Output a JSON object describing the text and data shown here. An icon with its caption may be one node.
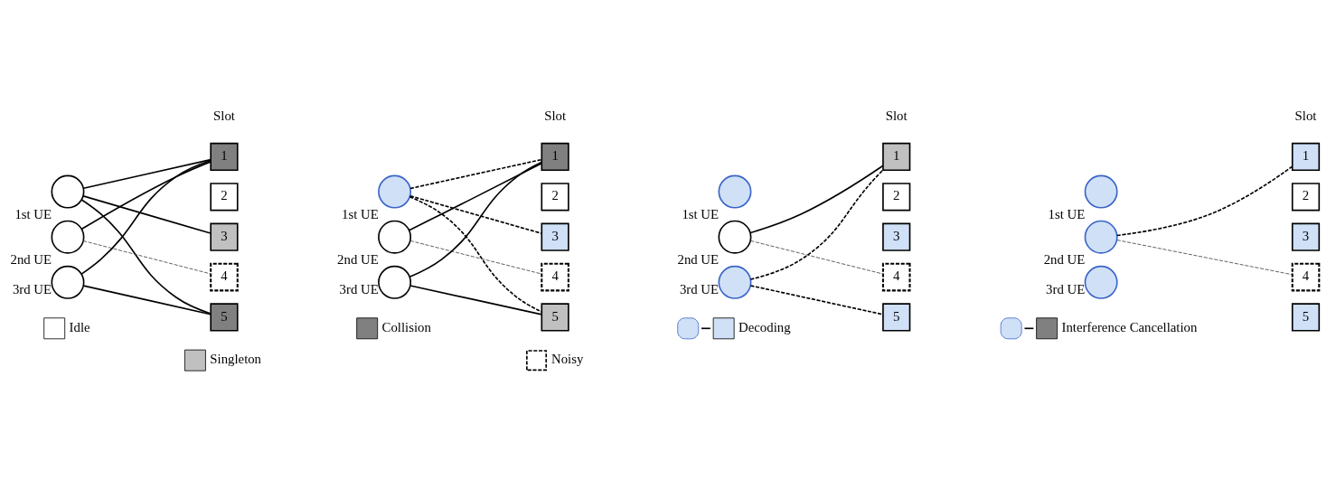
{
  "diagram": {
    "nodes": [
      {
        "text": [
          "1st UE"
        ]
      },
      {
        "text": [
          "2nd UE"
        ]
      },
      {
        "text": [
          "3rd UE"
        ]
      },
      {
        "text": [
          "1"
        ]
      },
      {
        "text": [
          "2"
        ]
      },
      {
        "text": [
          "3"
        ]
      },
      {
        "text": [
          "4"
        ]
      },
      {
        "text": [
          "5"
        ]
      },
      {
        "text": [
          "1st UE"
        ]
      },
      {
        "text": [
          "2nd UE"
        ]
      },
      {
        "text": [
          "3rd UE"
        ]
      },
      {
        "text": [
          "1"
        ]
      },
      {
        "text": [
          "2"
        ]
      },
      {
        "text": [
          "3"
        ]
      },
      {
        "text": [
          "4"
        ]
      },
      {
        "text": [
          "5"
        ]
      },
      {
        "text": [
          "1st UE"
        ]
      },
      {
        "text": [
          "2nd UE"
        ]
      },
      {
        "text": [
          "3rd UE"
        ]
      },
      {
        "text": [
          "1"
        ]
      },
      {
        "text": [
          "2"
        ]
      },
      {
        "text": [
          "3"
        ]
      },
      {
        "text": [
          "4"
        ]
      },
      {
        "text": [
          "5"
        ]
      },
      {
        "text": [
          "1st UE"
        ]
      },
      {
        "text": [
          "2nd UE"
        ]
      },
      {
        "text": [
          "3rd UE"
        ]
      },
      {
        "text": [
          "1"
        ]
      },
      {
        "text": [
          "2"
        ]
      },
      {
        "text": [
          "3"
        ]
      },
      {
        "text": [
          "4"
        ]
      },
      {
        "text": [
          "5"
        ]
      }
    ],
    "edges": [
      {
        "from": 0,
        "to": 3,
        "arrow": "none"
      },
      {
        "from": 0,
        "to": 5,
        "arrow": "none"
      },
      {
        "from": 0,
        "to": 7,
        "arrow": "none"
      },
      {
        "from": 1,
        "to": 3,
        "arrow": "none"
      },
      {
        "from": 1,
        "to": 6,
        "arrow": "none",
        "style": "dashed",
        "color": "#404040"
      },
      {
        "from": 2,
        "to": 3,
        "arrow": "none"
      },
      {
        "from": 2,
        "to": 7,
        "arrow": "none"
      },
      {
        "from": 8,
        "to": 11,
        "arrow": "none",
        "style": "dashed"
      },
      {
        "from": 8,
        "to": 13,
        "arrow": "none",
        "style": "dashed"
      },
      {
        "from": 8,
        "to": 15,
        "arrow": "none",
        "style": "dashed"
      },
      {
        "from": 9,
        "to": 11,
        "arrow": "none"
      },
      {
        "from": 9,
        "to": 14,
        "arrow": "none",
        "style": "dashed",
        "color": "#404040"
      },
      {
        "from": 10,
        "to": 11,
        "arrow": "none"
      },
      {
        "from": 10,
        "to": 15,
        "arrow": "none"
      },
      {
        "from": 17,
        "to": 19,
        "arrow": "none"
      },
      {
        "from": 17,
        "to": 22,
        "arrow": "none",
        "style": "dashed",
        "color": "#404040"
      },
      {
        "from": 18,
        "to": 19,
        "arrow": "none",
        "style": "dashed"
      },
      {
        "from": 18,
        "to": 23,
        "arrow": "none",
        "style": "dashed"
      },
      {
        "from": 25,
        "to": 27,
        "arrow": "none",
        "style": "dashed"
      },
      {
        "from": 25,
        "to": 30,
        "arrow": "none",
        "style": "dashed",
        "color": "#404040"
      }
    ],
    "labels": [
      "Slot",
      "Slot",
      "Slot",
      "Slot"
    ],
    "legend": [
      {
        "text": "Idle",
        "color": "#ffffff"
      },
      {
        "text": "Singleton",
        "color": "#c0c0c0"
      },
      {
        "text": "Collision",
        "color": "#808080"
      },
      {
        "text": "Noisy"
      },
      {
        "text": "Decoding"
      },
      {
        "text": "Interference Cancellation"
      }
    ]
  }
}
